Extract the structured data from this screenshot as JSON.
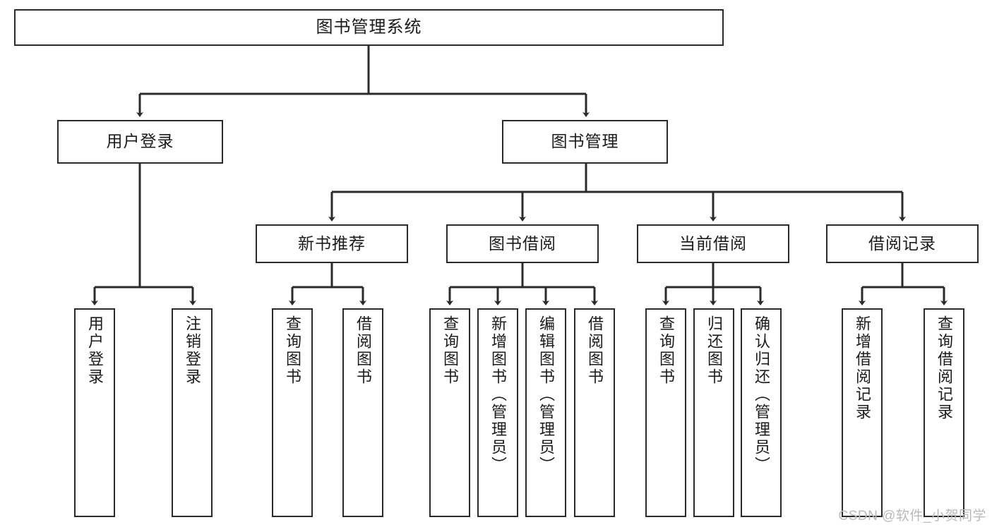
{
  "diagram": {
    "type": "hierarchy-tree",
    "title": "图书管理系统",
    "root": {
      "label": "图书管理系统"
    },
    "level2": [
      {
        "label": "用户登录"
      },
      {
        "label": "图书管理"
      }
    ],
    "level3": [
      {
        "label": "新书推荐"
      },
      {
        "label": "图书借阅"
      },
      {
        "label": "当前借阅"
      },
      {
        "label": "借阅记录"
      }
    ],
    "leaves": [
      {
        "label": "用户登录"
      },
      {
        "label": "注销登录"
      },
      {
        "label": "查询图书"
      },
      {
        "label": "借阅图书"
      },
      {
        "label": "查询图书"
      },
      {
        "label": "新增图书（管理员）"
      },
      {
        "label": "编辑图书（管理员）"
      },
      {
        "label": "借阅图书"
      },
      {
        "label": "查询图书"
      },
      {
        "label": "归还图书"
      },
      {
        "label": "确认归还（管理员）"
      },
      {
        "label": "新增借阅记录"
      },
      {
        "label": "查询借阅记录"
      }
    ],
    "colors": {
      "box_border": "#2b2b2b",
      "box_fill": "#ffffff",
      "text": "#1b1b1b",
      "connector": "#2b2b2b",
      "watermark": "#b9b9b9",
      "background": "#ffffff"
    }
  },
  "watermark": {
    "text": "CSDN @软件_小贺同学"
  }
}
